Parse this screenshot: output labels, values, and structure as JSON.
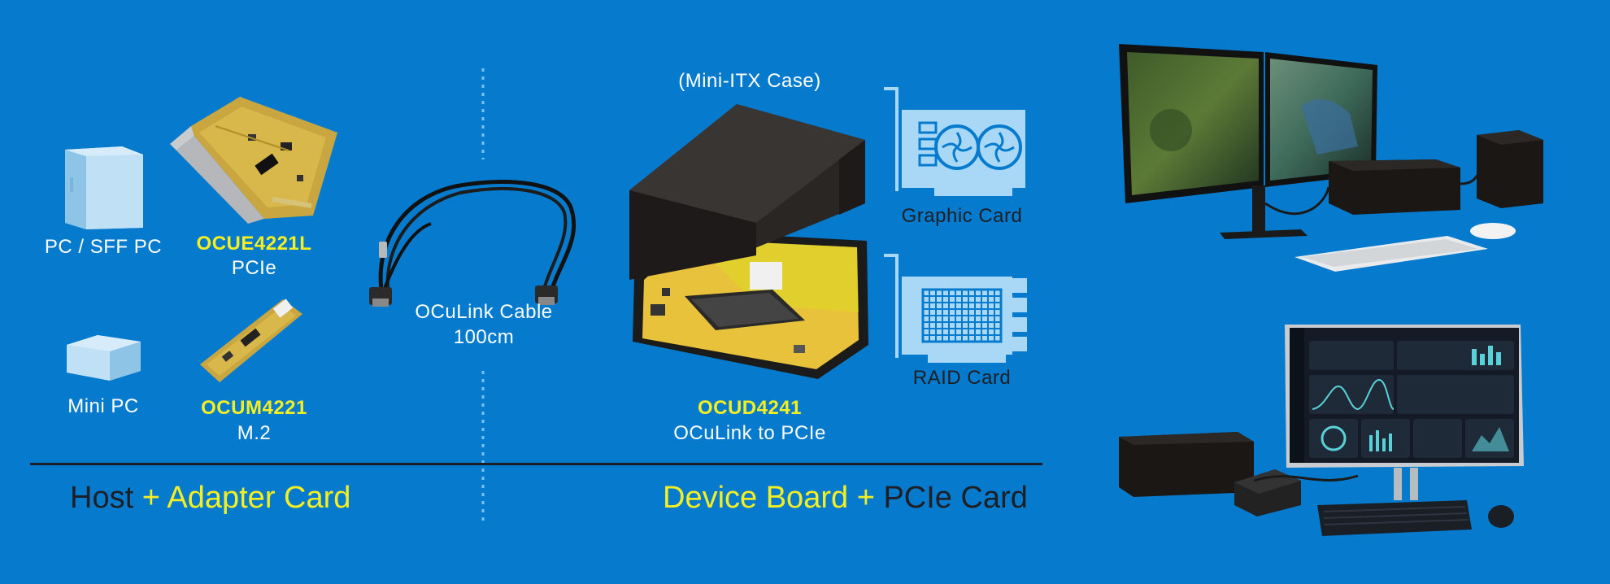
{
  "colors": {
    "background": "#067bce",
    "highlight": "#f5ef21",
    "dark_text": "#1d1f24",
    "line_art": "#a8d8f5"
  },
  "host": {
    "pc_sff_label": "PC / SFF PC",
    "mini_pc_label": "Mini PC"
  },
  "adapters": {
    "pcie": {
      "model": "OCUE4221L",
      "type": "PCIe"
    },
    "m2": {
      "model": "OCUM4221",
      "type": "M.2"
    }
  },
  "cable": {
    "name": "OCuLink Cable",
    "length": "100cm"
  },
  "device": {
    "case_label": "(Mini-ITX Case)",
    "model": "OCUD4241",
    "description": "OCuLink to PCIe"
  },
  "pcie_cards": {
    "graphic": "Graphic Card",
    "raid": "RAID Card"
  },
  "footer": {
    "left_host": "Host",
    "left_plus": "+",
    "left_adapter": "Adapter Card",
    "right_device": "Device Board",
    "right_plus": "+",
    "right_pcie": "PCIe Card"
  }
}
